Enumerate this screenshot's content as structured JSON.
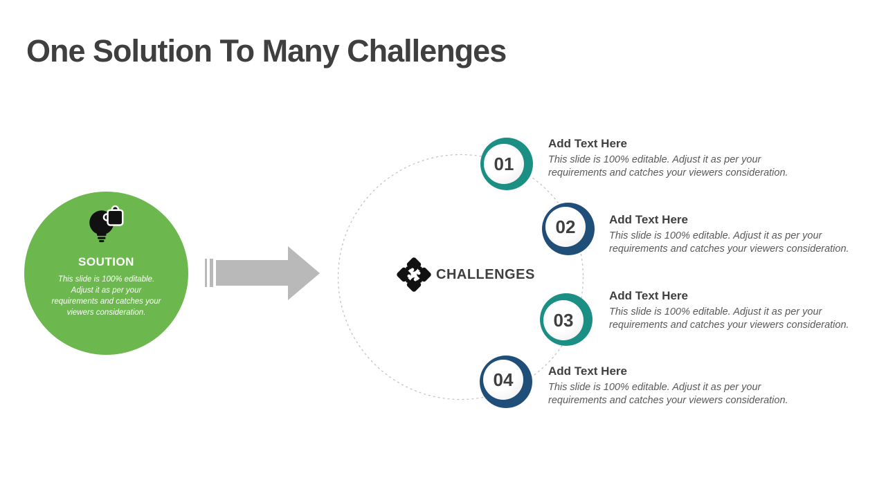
{
  "slide": {
    "title": "One Solution To Many Challenges"
  },
  "solution": {
    "label": "SOUTION",
    "body": "This slide is 100% editable. Adjust it as per your requirements  and catches  your viewers consideration.",
    "color": "#6cb84e",
    "icon": "lightbulb-puzzle-icon"
  },
  "arrow": {
    "color": "#b9b9b9"
  },
  "challenges": {
    "label": "CHALLENGES",
    "icon": "puzzle-pieces-icon"
  },
  "colors": {
    "teal": "#1c8f85",
    "navy": "#1f4e79",
    "dashed_circle": "#c3c3c3",
    "icon_black": "#111111",
    "title_text": "#3f3f3f",
    "body_text": "#595959"
  },
  "items": [
    {
      "number": "01",
      "color": "#1c8f85",
      "heading": "Add Text Here",
      "body": "This slide is 100% editable. Adjust it as per your requirements and catches your viewers consideration."
    },
    {
      "number": "02",
      "color": "#1f4e79",
      "heading": "Add Text Here",
      "body": "This slide is 100% editable. Adjust it as per your requirements and catches your viewers consideration."
    },
    {
      "number": "03",
      "color": "#1c8f85",
      "heading": "Add Text Here",
      "body": "This slide is 100% editable. Adjust it as per your requirements and catches your viewers consideration."
    },
    {
      "number": "04",
      "color": "#1f4e79",
      "heading": "Add Text Here",
      "body": "This slide is 100% editable. Adjust it as per your requirements and catches your viewers consideration."
    }
  ]
}
